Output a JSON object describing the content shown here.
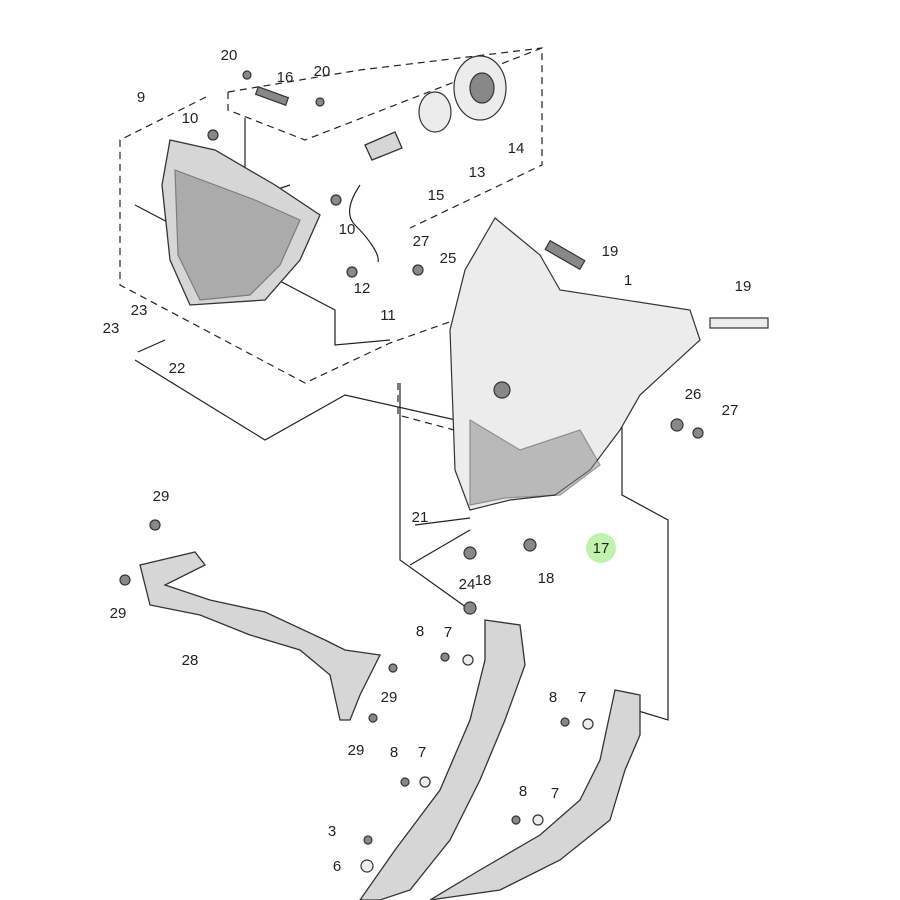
{
  "diagram": {
    "highlight_color": "#b5f0a0",
    "callouts": [
      {
        "id": "c20a",
        "text": "20"
      },
      {
        "id": "c16",
        "text": "16"
      },
      {
        "id": "c20b",
        "text": "20"
      },
      {
        "id": "c9",
        "text": "9"
      },
      {
        "id": "c10a",
        "text": "10"
      },
      {
        "id": "c14",
        "text": "14"
      },
      {
        "id": "c13",
        "text": "13"
      },
      {
        "id": "c15",
        "text": "15"
      },
      {
        "id": "c10b",
        "text": "10"
      },
      {
        "id": "c27a",
        "text": "27"
      },
      {
        "id": "c25",
        "text": "25"
      },
      {
        "id": "c19a",
        "text": "19"
      },
      {
        "id": "c1",
        "text": "1"
      },
      {
        "id": "c19b",
        "text": "19"
      },
      {
        "id": "c12",
        "text": "12"
      },
      {
        "id": "c11",
        "text": "11"
      },
      {
        "id": "c23a",
        "text": "23"
      },
      {
        "id": "c23b",
        "text": "23"
      },
      {
        "id": "c22",
        "text": "22"
      },
      {
        "id": "c26",
        "text": "26"
      },
      {
        "id": "c27b",
        "text": "27"
      },
      {
        "id": "c17",
        "text": "17"
      },
      {
        "id": "c21",
        "text": "21"
      },
      {
        "id": "c18a",
        "text": "18"
      },
      {
        "id": "c18b",
        "text": "18"
      },
      {
        "id": "c29a",
        "text": "29"
      },
      {
        "id": "c29b",
        "text": "29"
      },
      {
        "id": "c24",
        "text": "24"
      },
      {
        "id": "c28",
        "text": "28"
      },
      {
        "id": "c8a",
        "text": "8"
      },
      {
        "id": "c7a",
        "text": "7"
      },
      {
        "id": "c29c",
        "text": "29"
      },
      {
        "id": "c29d",
        "text": "29"
      },
      {
        "id": "c8b",
        "text": "8"
      },
      {
        "id": "c7b",
        "text": "7"
      },
      {
        "id": "c8c",
        "text": "8"
      },
      {
        "id": "c7c",
        "text": "7"
      },
      {
        "id": "c8d",
        "text": "8"
      },
      {
        "id": "c7d",
        "text": "7"
      },
      {
        "id": "c3",
        "text": "3"
      },
      {
        "id": "c6",
        "text": "6"
      }
    ]
  }
}
